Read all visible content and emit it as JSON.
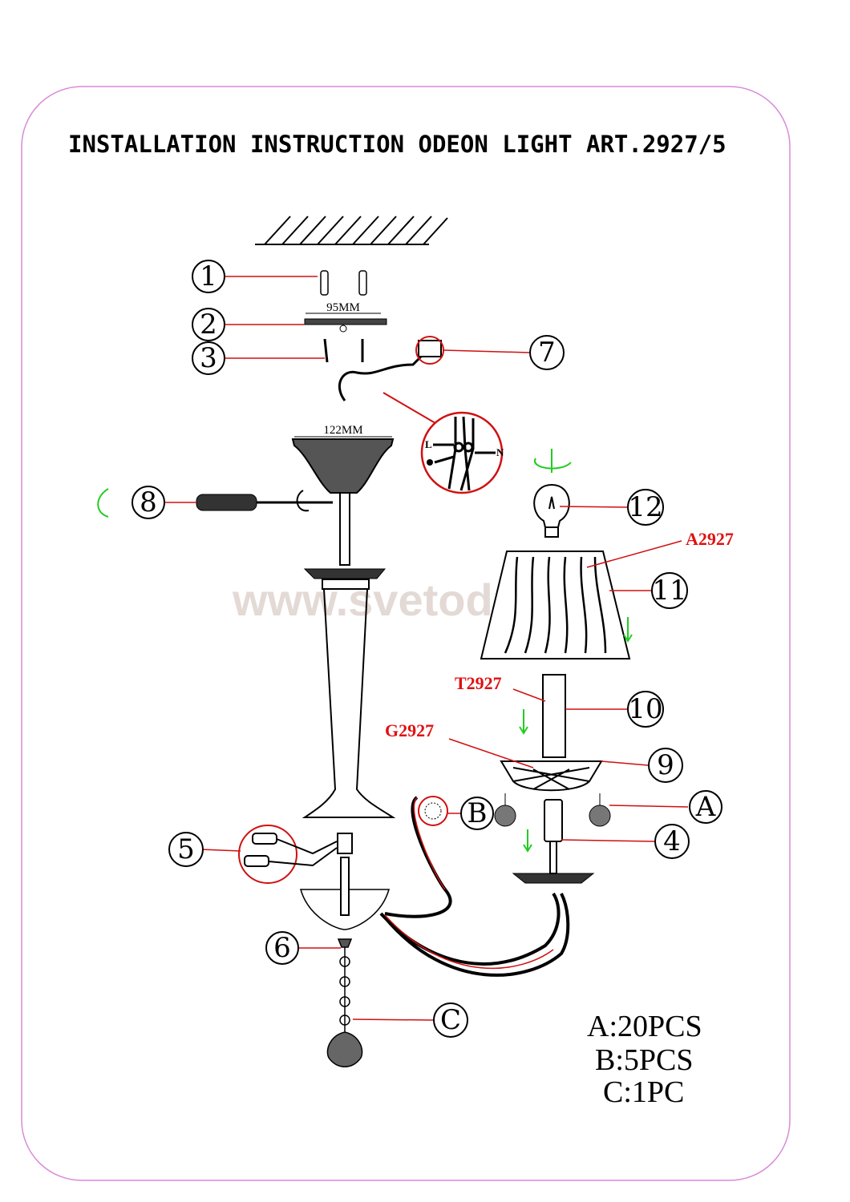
{
  "title": "INSTALLATION INSTRUCTION ODEON LIGHT ART.2927/5",
  "watermark": "www.svetodom.ru",
  "dimensions": {
    "plate": "95MM",
    "canopy": "122MM"
  },
  "wiring": {
    "live": "L",
    "neutral": "N"
  },
  "callouts": {
    "c1": "1",
    "c2": "2",
    "c3": "3",
    "c4": "4",
    "c5": "5",
    "c6": "6",
    "c7": "7",
    "c8": "8",
    "c9": "9",
    "c10": "10",
    "c11": "11",
    "c12": "12",
    "cA": "A",
    "cB": "B",
    "cC": "C"
  },
  "part_codes": {
    "shade": "A2927",
    "tube": "T2927",
    "glass": "G2927"
  },
  "quantities": [
    "A:20PCS",
    "B:5PCS",
    "C:1PC"
  ],
  "colors": {
    "border": "#d98ad9",
    "leader": "#d01010",
    "arrow": "#22cc22",
    "watermark": "#e3d9d5"
  }
}
